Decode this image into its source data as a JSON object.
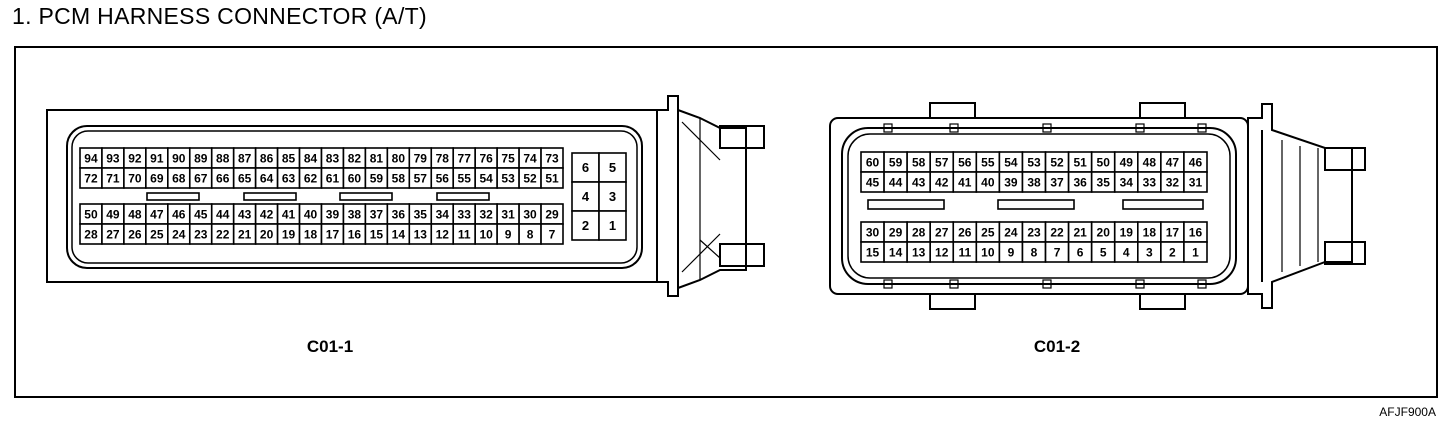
{
  "title": "1. PCM HARNESS CONNECTOR (A/T)",
  "figure_code": "AFJF900A",
  "connectors": [
    {
      "label": "C01-1",
      "row1": [
        "94",
        "93",
        "92",
        "91",
        "90",
        "89",
        "88",
        "87",
        "86",
        "85",
        "84",
        "83",
        "82",
        "81",
        "80",
        "79",
        "78",
        "77",
        "76",
        "75",
        "74",
        "73"
      ],
      "row2": [
        "72",
        "71",
        "70",
        "69",
        "68",
        "67",
        "66",
        "65",
        "64",
        "63",
        "62",
        "61",
        "60",
        "59",
        "58",
        "57",
        "56",
        "55",
        "54",
        "53",
        "52",
        "51"
      ],
      "row3": [
        "50",
        "49",
        "48",
        "47",
        "46",
        "45",
        "44",
        "43",
        "42",
        "41",
        "40",
        "39",
        "38",
        "37",
        "36",
        "35",
        "34",
        "33",
        "32",
        "31",
        "30",
        "29"
      ],
      "row4": [
        "28",
        "27",
        "26",
        "25",
        "24",
        "23",
        "22",
        "21",
        "20",
        "19",
        "18",
        "17",
        "16",
        "15",
        "14",
        "13",
        "12",
        "11",
        "10",
        "9",
        "8",
        "7"
      ],
      "aux": [
        [
          "6",
          "5"
        ],
        [
          "4",
          "3"
        ],
        [
          "2",
          "1"
        ]
      ]
    },
    {
      "label": "C01-2",
      "row1": [
        "60",
        "59",
        "58",
        "57",
        "56",
        "55",
        "54",
        "53",
        "52",
        "51",
        "50",
        "49",
        "48",
        "47",
        "46"
      ],
      "row2": [
        "45",
        "44",
        "43",
        "42",
        "41",
        "40",
        "39",
        "38",
        "37",
        "36",
        "35",
        "34",
        "33",
        "32",
        "31"
      ],
      "row3": [
        "30",
        "29",
        "28",
        "27",
        "26",
        "25",
        "24",
        "23",
        "22",
        "21",
        "20",
        "19",
        "18",
        "17",
        "16"
      ],
      "row4": [
        "15",
        "14",
        "13",
        "12",
        "11",
        "10",
        "9",
        "8",
        "7",
        "6",
        "5",
        "4",
        "3",
        "2",
        "1"
      ]
    }
  ]
}
